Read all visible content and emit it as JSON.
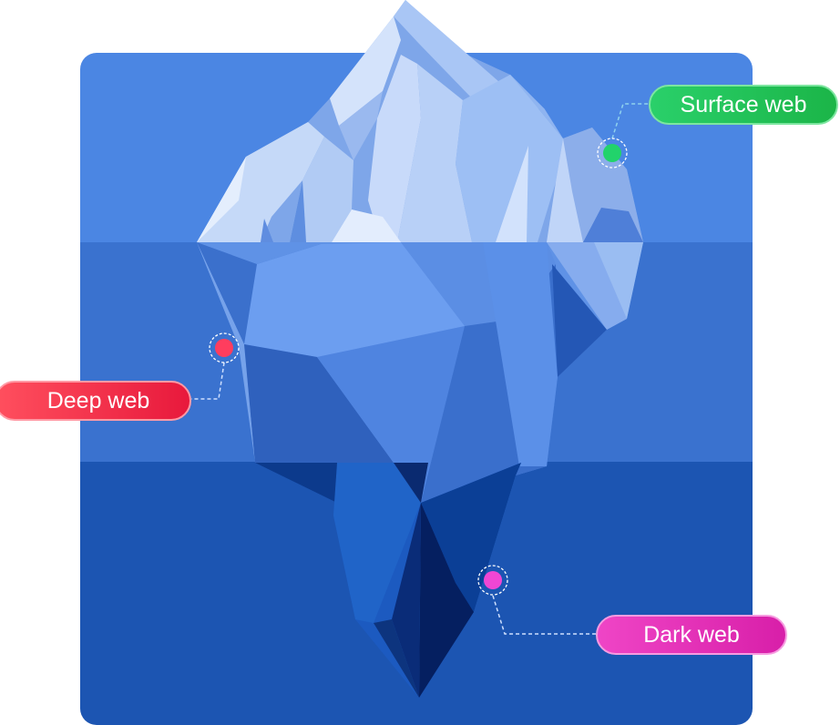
{
  "labels": {
    "surface": "Surface web",
    "deep": "Deep web",
    "dark": "Dark web"
  },
  "colors": {
    "surface_marker": "#22d36b",
    "deep_marker": "#ff3d5e",
    "dark_marker": "#f046d4",
    "sky": "#4b86e3",
    "upper_water": "#3c74d2",
    "deep_water": "#1d56b4"
  }
}
